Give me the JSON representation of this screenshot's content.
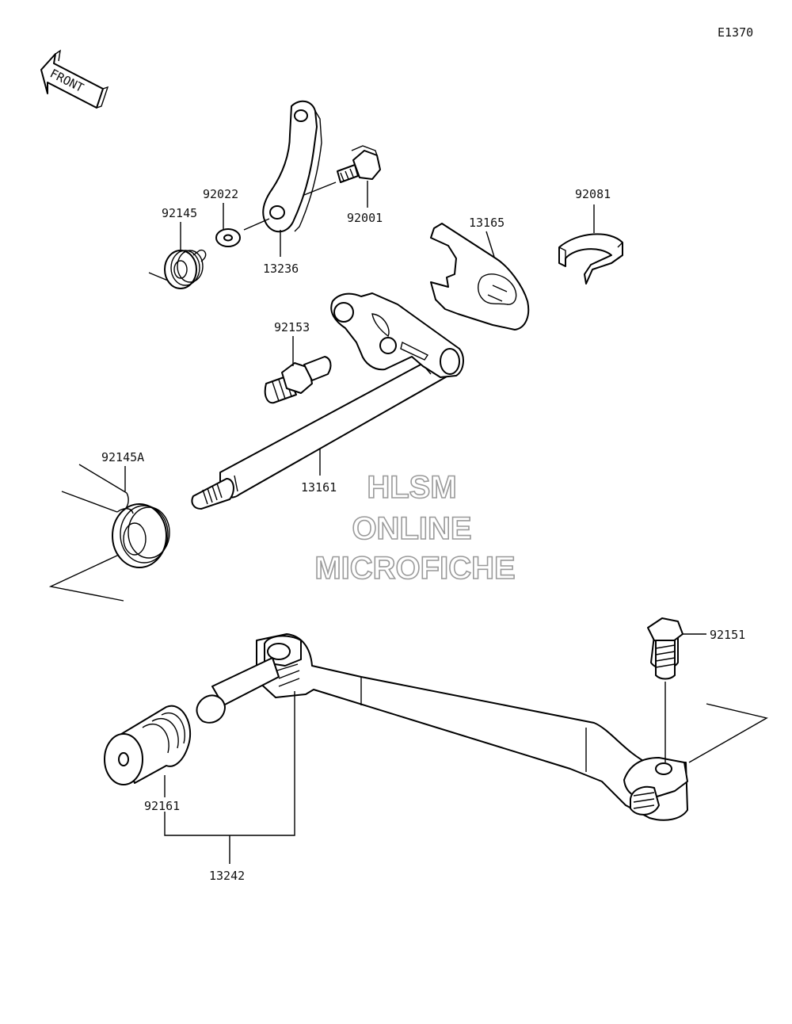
{
  "diagram_code": "E1370",
  "front_label": "FRONT",
  "watermark": {
    "line1": "HLSM",
    "line2": "ONLINE",
    "line3": "MICROFICHE"
  },
  "parts": {
    "p92145": "92145",
    "p92022": "92022",
    "p92001": "92001",
    "p13236": "13236",
    "p13165": "13165",
    "p92081": "92081",
    "p92153": "92153",
    "p92145A": "92145A",
    "p13161": "13161",
    "p92151": "92151",
    "p92161": "92161",
    "p13242": "13242"
  }
}
